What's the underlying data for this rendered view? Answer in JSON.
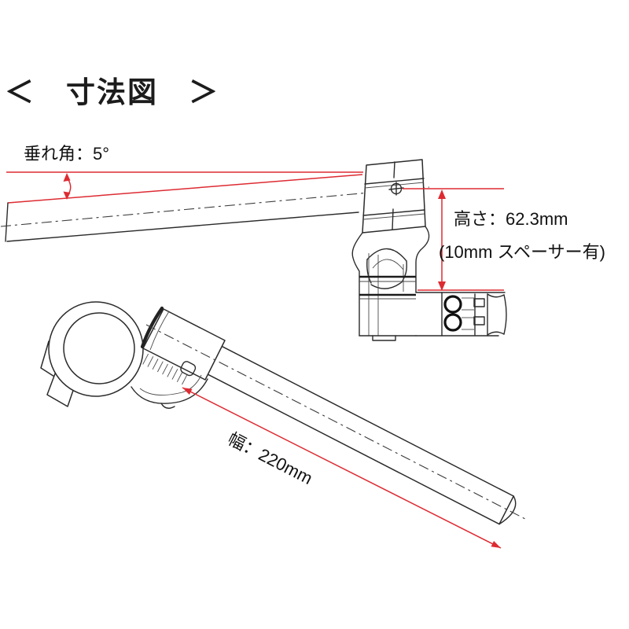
{
  "title": "＜　寸法図　＞",
  "colors": {
    "dimension_red": "#dd2b32",
    "line_black": "#2b2b2b"
  },
  "top_view": {
    "angle_label": "垂れ角：5°",
    "angle_value": "5°",
    "height_label": "高さ：62.3mm",
    "height_value": "62.3mm",
    "height_note": "(10mm スペーサー有)"
  },
  "side_view": {
    "width_label": "幅：220mm",
    "width_value": "220mm"
  }
}
